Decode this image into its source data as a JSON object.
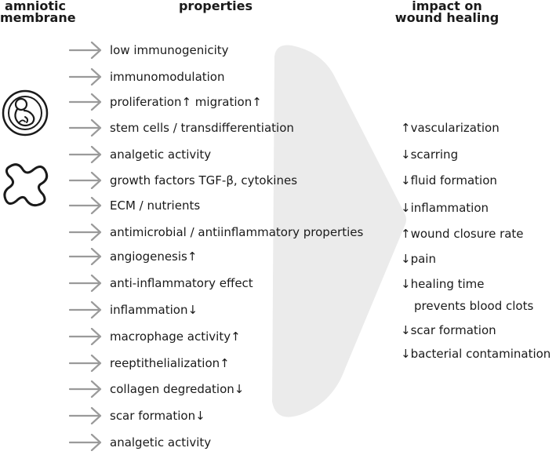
{
  "headers": {
    "membrane": [
      "amniotic",
      "membrane"
    ],
    "properties": "properties",
    "impact": [
      "impact on",
      "wound healing"
    ]
  },
  "icons": {
    "fetus": "fetus-in-womb-icon",
    "membrane": "amniotic-membrane-icon"
  },
  "properties": [
    "low immunogenicity",
    "immunomodulation",
    "proliferation↑ migration↑",
    "stem cells / transdifferentiation",
    "analgetic activity",
    "growth factors  TGF-β, cytokines",
    "ECM / nutrients",
    "antimicrobial / antiinflammatory properties",
    "angiogenesis↑",
    "anti-inflammatory effect",
    "inflammation↓",
    "macrophage activity↑",
    "reeptithelialization↑",
    "collagen degredation↓",
    "scar formation↓",
    "analgetic activity"
  ],
  "impacts": [
    "↑vascularization",
    "↓scarring",
    "↓fluid formation",
    "↓inflammation",
    "↑wound closure rate",
    "↓pain",
    "↓healing time",
    "prevents blood clots",
    "↓scar formation",
    "↓bacterial contamination"
  ],
  "colors": {
    "text": "#1a1a1a",
    "arrow": "#9a9a9a",
    "big_arrow": "#ebebeb"
  }
}
